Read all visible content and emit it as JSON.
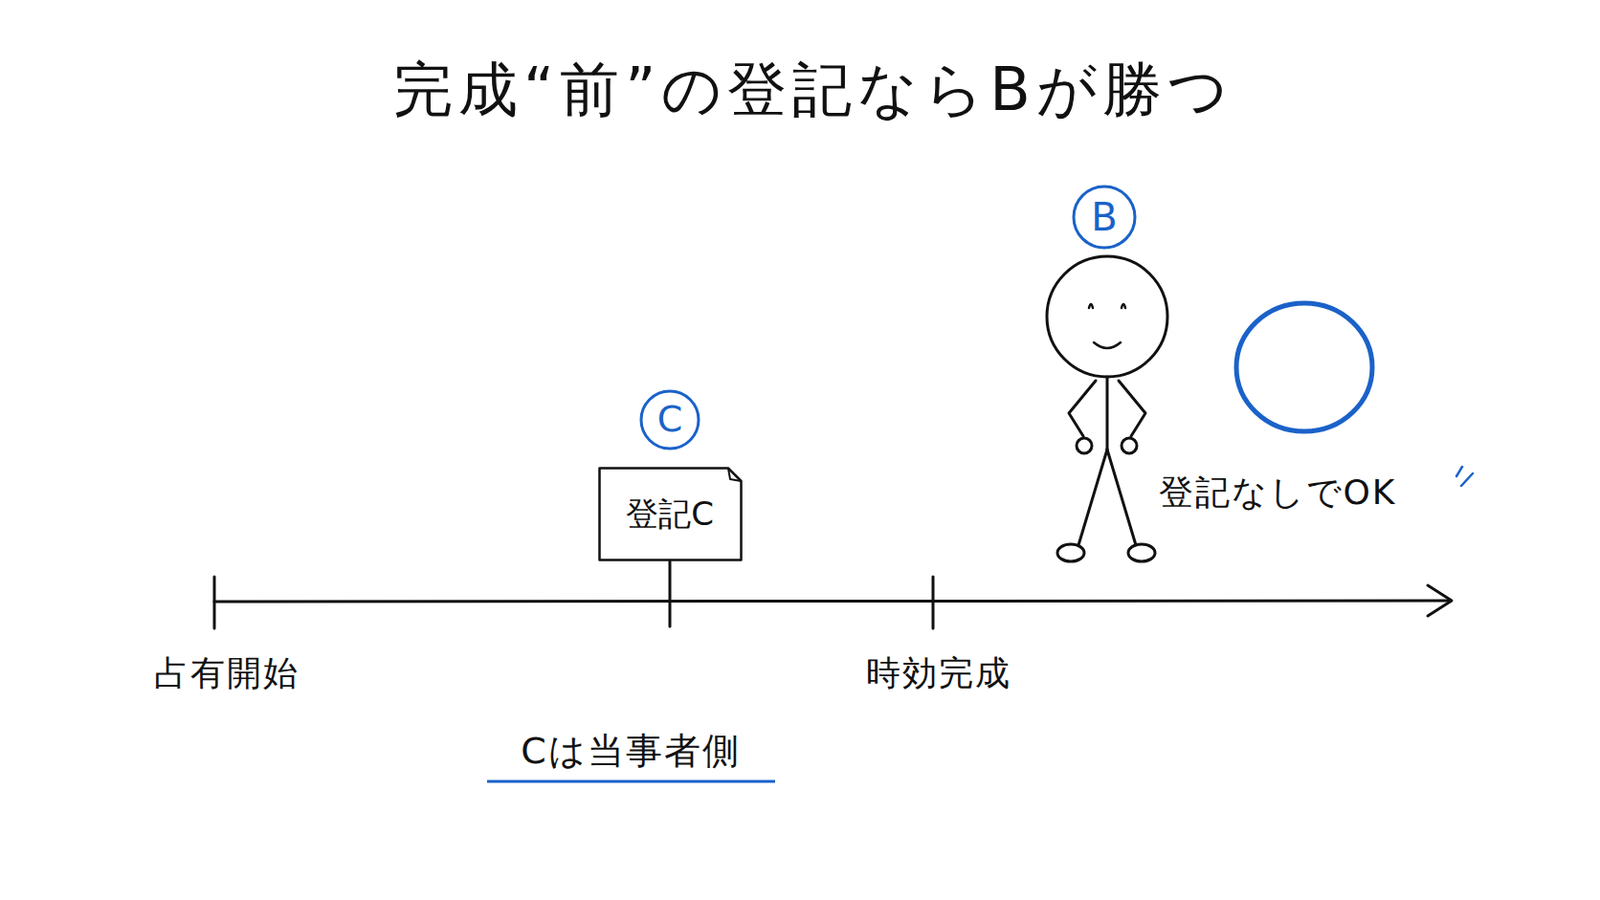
{
  "diagram": {
    "title": "完成“前”の登記ならBが勝つ",
    "nodes": [
      {
        "text": [
          "B"
        ]
      },
      {
        "text": [
          "C"
        ]
      },
      {
        "text": [
          "登記C"
        ]
      }
    ],
    "labels": [
      "登記なしでOK",
      "占有開始",
      "時効完成",
      "Cは当事者側"
    ]
  }
}
